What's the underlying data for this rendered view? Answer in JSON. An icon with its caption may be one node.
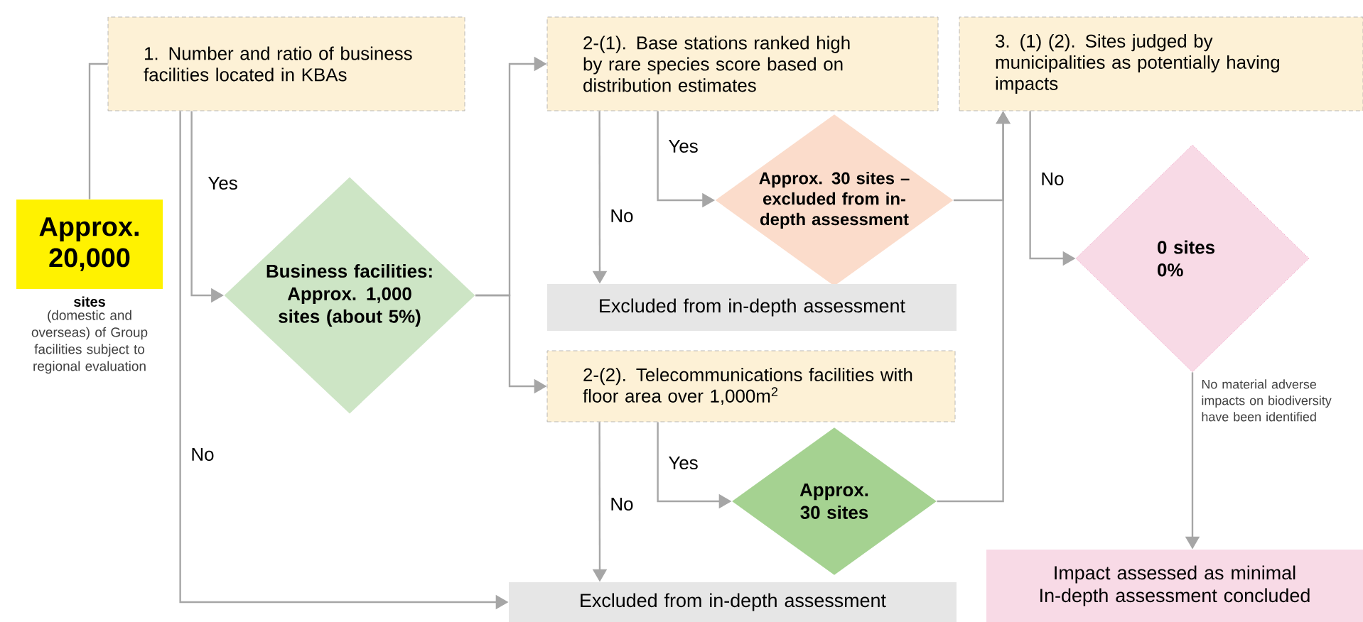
{
  "diagram": {
    "nodes": [
      {
        "text": [
          "Approx. 20,000"
        ],
        "beside": [
          "sites",
          "(domestic and overseas) of Group facilities subject to regional evaluation"
        ]
      },
      {
        "text": [
          "1. Number and ratio of business facilities located in KBAs"
        ]
      },
      {
        "text": [
          "Business facilities: Approx. 1,000 sites (about 5%)"
        ]
      },
      {
        "text": [
          "2-(1). Base stations ranked high by rare species score based on distribution estimates"
        ]
      },
      {
        "text": [
          "Approx. 30 sites – excluded from in-depth assessment"
        ]
      },
      {
        "text": [
          "Excluded from in-depth assessment"
        ]
      },
      {
        "text": [
          "2-(2). Telecommunications facilities with floor area over 1,000m$^{2}$"
        ]
      },
      {
        "text": [
          "Approx. 30 sites"
        ]
      },
      {
        "text": [
          "Excluded from in-depth assessment"
        ]
      },
      {
        "text": [
          "3. (1) (2). Sites judged by municipalities as potentially having impacts"
        ]
      },
      {
        "text": [
          "0 sites 0%"
        ]
      },
      {
        "text": [
          "Impact assessed as minimal In-depth assessment concluded"
        ]
      }
    ],
    "edges": [
      {
        "from": 0,
        "to": 1,
        "arrow": "none"
      },
      {
        "from": 1,
        "to": 2,
        "arrow": "to",
        "label": "Yes"
      },
      {
        "from": 1,
        "to": 8,
        "arrow": "to",
        "label": "No"
      },
      {
        "from": 2,
        "to": 3,
        "arrow": "to"
      },
      {
        "from": 2,
        "to": 6,
        "arrow": "to"
      },
      {
        "from": 3,
        "to": 4,
        "arrow": "to",
        "label": "Yes"
      },
      {
        "from": 3,
        "to": 5,
        "arrow": "to",
        "label": "No"
      },
      {
        "from": 6,
        "to": 7,
        "arrow": "to",
        "label": "Yes"
      },
      {
        "from": 6,
        "to": 8,
        "arrow": "to",
        "label": "No"
      },
      {
        "from": 4,
        "to": 9,
        "arrow": "to"
      },
      {
        "from": 7,
        "to": 9,
        "arrow": "to"
      },
      {
        "from": 9,
        "to": 10,
        "arrow": "to",
        "label": "No"
      },
      {
        "from": 10,
        "to": 11,
        "arrow": "to",
        "label": "No material adverse impacts on biodiversity have been identified"
      }
    ]
  }
}
